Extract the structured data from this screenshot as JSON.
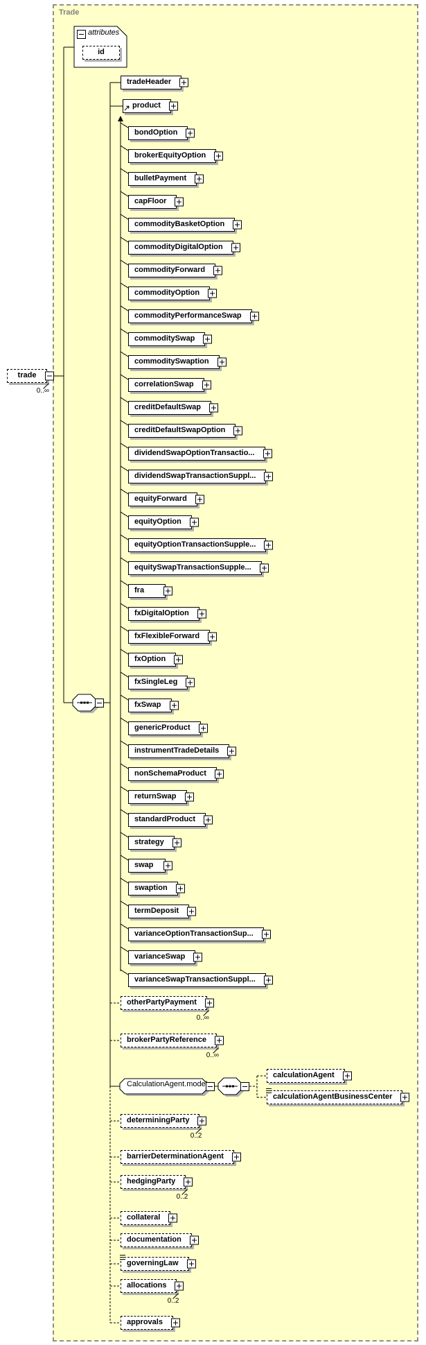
{
  "diagram": {
    "container_label": "Trade",
    "root": {
      "label": "trade",
      "cardinality": "0..∞"
    },
    "attributes_group": {
      "label": "attributes",
      "items": [
        {
          "label": "id"
        }
      ]
    },
    "children_top": [
      {
        "label": "tradeHeader"
      },
      {
        "label": "product",
        "substitution_head": true
      }
    ],
    "substitution_members": [
      "bondOption",
      "brokerEquityOption",
      "bulletPayment",
      "capFloor",
      "commodityBasketOption",
      "commodityDigitalOption",
      "commodityForward",
      "commodityOption",
      "commodityPerformanceSwap",
      "commoditySwap",
      "commoditySwaption",
      "correlationSwap",
      "creditDefaultSwap",
      "creditDefaultSwapOption",
      "dividendSwapOptionTransactio...",
      "dividendSwapTransactionSuppl...",
      "equityForward",
      "equityOption",
      "equityOptionTransactionSupple...",
      "equitySwapTransactionSupple...",
      "fra",
      "fxDigitalOption",
      "fxFlexibleForward",
      "fxOption",
      "fxSingleLeg",
      "fxSwap",
      "genericProduct",
      "instrumentTradeDetails",
      "nonSchemaProduct",
      "returnSwap",
      "standardProduct",
      "strategy",
      "swap",
      "swaption",
      "termDeposit",
      "varianceOptionTransactionSup...",
      "varianceSwap",
      "varianceSwapTransactionSuppl..."
    ],
    "optional_children": [
      {
        "label": "otherPartyPayment",
        "cardinality": "0..∞"
      },
      {
        "label": "brokerPartyReference",
        "cardinality": "0..∞"
      },
      {
        "label": "CalculationAgent.model",
        "type": "model-group",
        "children": [
          {
            "label": "calculationAgent"
          },
          {
            "label": "calculationAgentBusinessCenter",
            "marker": true
          }
        ]
      },
      {
        "label": "determiningParty",
        "cardinality": "0..2"
      },
      {
        "label": "barrierDeterminationAgent"
      },
      {
        "label": "hedgingParty",
        "cardinality": "0..2"
      },
      {
        "label": "collateral"
      },
      {
        "label": "documentation"
      },
      {
        "label": "governingLaw",
        "marker": true
      },
      {
        "label": "allocations",
        "cardinality": "0..2"
      },
      {
        "label": "approvals"
      }
    ],
    "colors": {
      "container_bg": "#ffffc9",
      "container_border": "#8f8f8f",
      "container_label": "#808080",
      "box_bg": "#ffffff",
      "line": "#000000",
      "shadow": "#b2b2b2"
    }
  }
}
